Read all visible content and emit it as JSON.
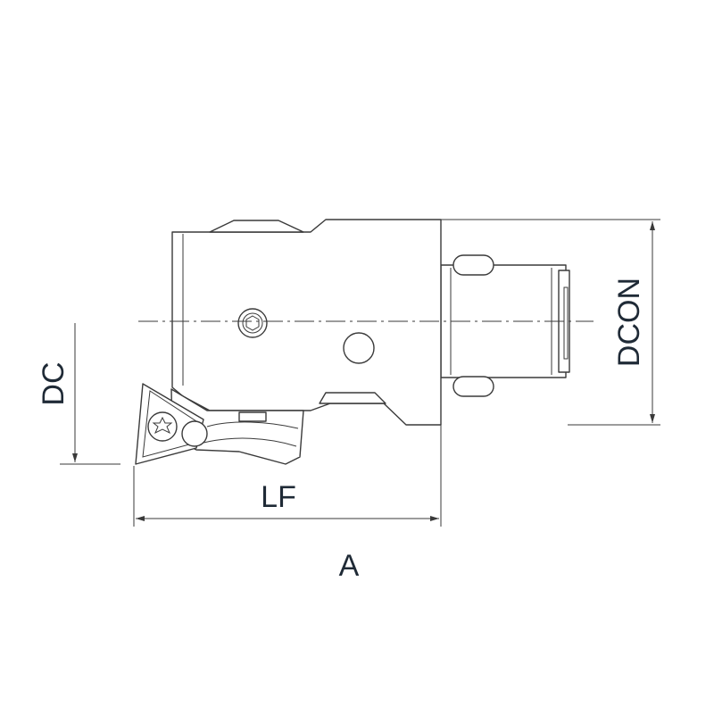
{
  "labels": {
    "dc": "DC",
    "dcon": "DCON",
    "lf": "LF",
    "a": "A"
  },
  "colors": {
    "line": "#3a3a3a",
    "label": "#1f2a36",
    "background": "#ffffff"
  }
}
